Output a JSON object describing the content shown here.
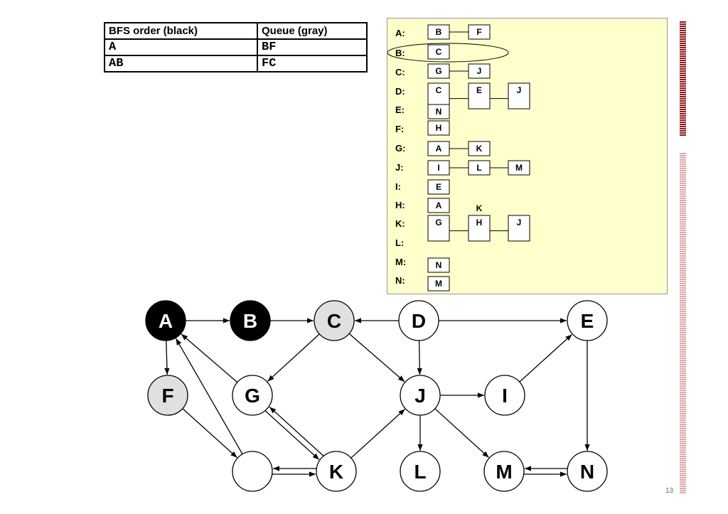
{
  "bfs_table": {
    "headers": [
      "BFS order (black)",
      "Queue (gray)"
    ],
    "rows": [
      [
        "A",
        "BF"
      ],
      [
        "AB",
        "FC"
      ]
    ]
  },
  "adjacency": {
    "rows": [
      {
        "label": "A:",
        "items": [
          "B",
          "F"
        ]
      },
      {
        "label": "B:",
        "items": [
          "C"
        ]
      },
      {
        "label": "C:",
        "items": [
          "G",
          "J"
        ]
      },
      {
        "label": "D:",
        "items": [
          "C",
          "E",
          "J"
        ]
      },
      {
        "label": "E:",
        "items": [
          "N"
        ]
      },
      {
        "label": "F:",
        "items": [
          "H"
        ]
      },
      {
        "label": "G:",
        "items": [
          "A",
          "K"
        ]
      },
      {
        "label": "J:",
        "items": [
          "I",
          "L",
          "M"
        ]
      },
      {
        "label": "I:",
        "items": [
          "E"
        ]
      },
      {
        "label": "H:",
        "items": [
          "A"
        ]
      },
      {
        "label": "K:",
        "items": [
          "G",
          "H",
          "J"
        ]
      },
      {
        "label": "L:",
        "items": []
      },
      {
        "label": "M:",
        "items": [
          "N"
        ]
      },
      {
        "label": "N:",
        "items": [
          "M"
        ]
      }
    ],
    "floating_label": "K"
  },
  "graph": {
    "nodes": [
      {
        "id": "A",
        "label": "A",
        "state": "black"
      },
      {
        "id": "B",
        "label": "B",
        "state": "black"
      },
      {
        "id": "C",
        "label": "C",
        "state": "gray"
      },
      {
        "id": "D",
        "label": "D",
        "state": "white"
      },
      {
        "id": "E",
        "label": "E",
        "state": "white"
      },
      {
        "id": "F",
        "label": "F",
        "state": "gray"
      },
      {
        "id": "G",
        "label": "G",
        "state": "white"
      },
      {
        "id": "J",
        "label": "J",
        "state": "white"
      },
      {
        "id": "I",
        "label": "I",
        "state": "white"
      },
      {
        "id": "H",
        "label": "",
        "state": "white"
      },
      {
        "id": "K",
        "label": "K",
        "state": "white"
      },
      {
        "id": "L",
        "label": "L",
        "state": "white"
      },
      {
        "id": "M",
        "label": "M",
        "state": "white"
      },
      {
        "id": "N",
        "label": "N",
        "state": "white"
      }
    ],
    "edges": [
      [
        "A",
        "B"
      ],
      [
        "B",
        "C"
      ],
      [
        "D",
        "C"
      ],
      [
        "D",
        "E"
      ],
      [
        "A",
        "F"
      ],
      [
        "C",
        "G"
      ],
      [
        "C",
        "J"
      ],
      [
        "G",
        "A"
      ],
      [
        "D",
        "J"
      ],
      [
        "J",
        "I"
      ],
      [
        "I",
        "E"
      ],
      [
        "E",
        "N"
      ],
      [
        "F",
        "H"
      ],
      [
        "H",
        "A"
      ],
      [
        "G",
        "K"
      ],
      [
        "K",
        "G"
      ],
      [
        "H",
        "K"
      ],
      [
        "K",
        "H"
      ],
      [
        "K",
        "J"
      ],
      [
        "J",
        "L"
      ],
      [
        "J",
        "M"
      ],
      [
        "M",
        "N"
      ],
      [
        "N",
        "M"
      ]
    ],
    "colors": {
      "black": "#000000",
      "gray": "#e0e0e0",
      "white": "#ffffff"
    }
  },
  "page_number": "13"
}
